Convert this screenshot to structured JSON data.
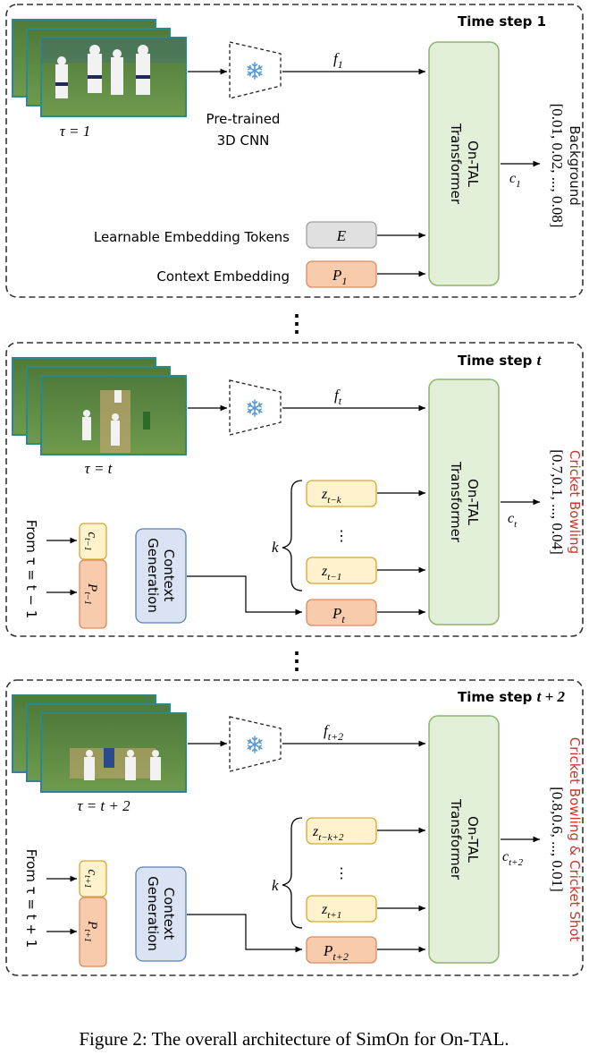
{
  "caption": "Figure 2: The overall architecture of SimOn for On-TAL.",
  "ellipsis": "⋮",
  "frozen_icon": "snowflake-icon",
  "colors": {
    "panel_border": "#333333",
    "transformer_fill": "#e2efd9",
    "transformer_stroke": "#8fb46a",
    "context_fill": "#dae3f3",
    "context_stroke": "#5b7fb8",
    "prev_c_fill": "#fff2cc",
    "prev_c_stroke": "#d9a62e",
    "p_fill": "#f8cbad",
    "p_stroke": "#d98c5f",
    "z_fill": "#fff2cc",
    "z_stroke": "#d9a62e",
    "e_fill": "#e0e0e0",
    "e_stroke": "#a0a0a0",
    "output_class_red": "#c0392b",
    "snowflake": "#5b9bd5"
  },
  "panels": [
    {
      "title": {
        "pre": "Time step ",
        "step": "1"
      },
      "tau": "τ = 1",
      "cnn_label_1": "Pre-trained",
      "cnn_label_2": "3D CNN",
      "feature": {
        "base": "f",
        "sub": "1"
      },
      "transformer_1": "On-TAL",
      "transformer_2": "Transformer",
      "output_c": {
        "base": "c",
        "sub": "1"
      },
      "output_class": "Background",
      "output_probs": "[0.01, 0.02, ..., 0.08]",
      "embedding_label": "Learnable Embedding Tokens",
      "embedding_token": "E",
      "context_label": "Context Embedding",
      "context_token": {
        "base": "P",
        "sub": "1"
      }
    },
    {
      "title": {
        "pre": "Time step ",
        "step": "t"
      },
      "tau": "τ = t",
      "feature": {
        "base": "f",
        "sub": "t"
      },
      "transformer_1": "On-TAL",
      "transformer_2": "Transformer",
      "output_c": {
        "base": "c",
        "sub": "t"
      },
      "output_class": "Cricket Bowling",
      "output_probs": "[0.7,0.1, ..., 0.04]",
      "from_label": "From τ = t − 1",
      "prev_c": {
        "base": "c",
        "sub": "t−1"
      },
      "prev_p": {
        "base": "P",
        "sub": "t−1"
      },
      "context_gen_1": "Context",
      "context_gen_2": "Generation",
      "k": "k",
      "z_top": {
        "base": "z",
        "sub": "t−k"
      },
      "z_bottom": {
        "base": "z",
        "sub": "t−1"
      },
      "p_out": {
        "base": "P",
        "sub": "t"
      }
    },
    {
      "title": {
        "pre": "Time step ",
        "step": "t + 2"
      },
      "tau": "τ = t + 2",
      "feature": {
        "base": "f",
        "sub": "t+2"
      },
      "transformer_1": "On-TAL",
      "transformer_2": "Transformer",
      "output_c": {
        "base": "c",
        "sub": "t+2"
      },
      "output_class": "Cricket Bowling & Cricket Shot",
      "output_probs": "[0.8,0.6, ..., 0.01]",
      "from_label": "From τ = t + 1",
      "prev_c": {
        "base": "c",
        "sub": "t+1"
      },
      "prev_p": {
        "base": "P",
        "sub": "t+1"
      },
      "context_gen_1": "Context",
      "context_gen_2": "Generation",
      "k": "k",
      "z_top": {
        "base": "z",
        "sub": "t−k+2"
      },
      "z_bottom": {
        "base": "z",
        "sub": "t+1"
      },
      "p_out": {
        "base": "P",
        "sub": "t+2"
      }
    }
  ]
}
